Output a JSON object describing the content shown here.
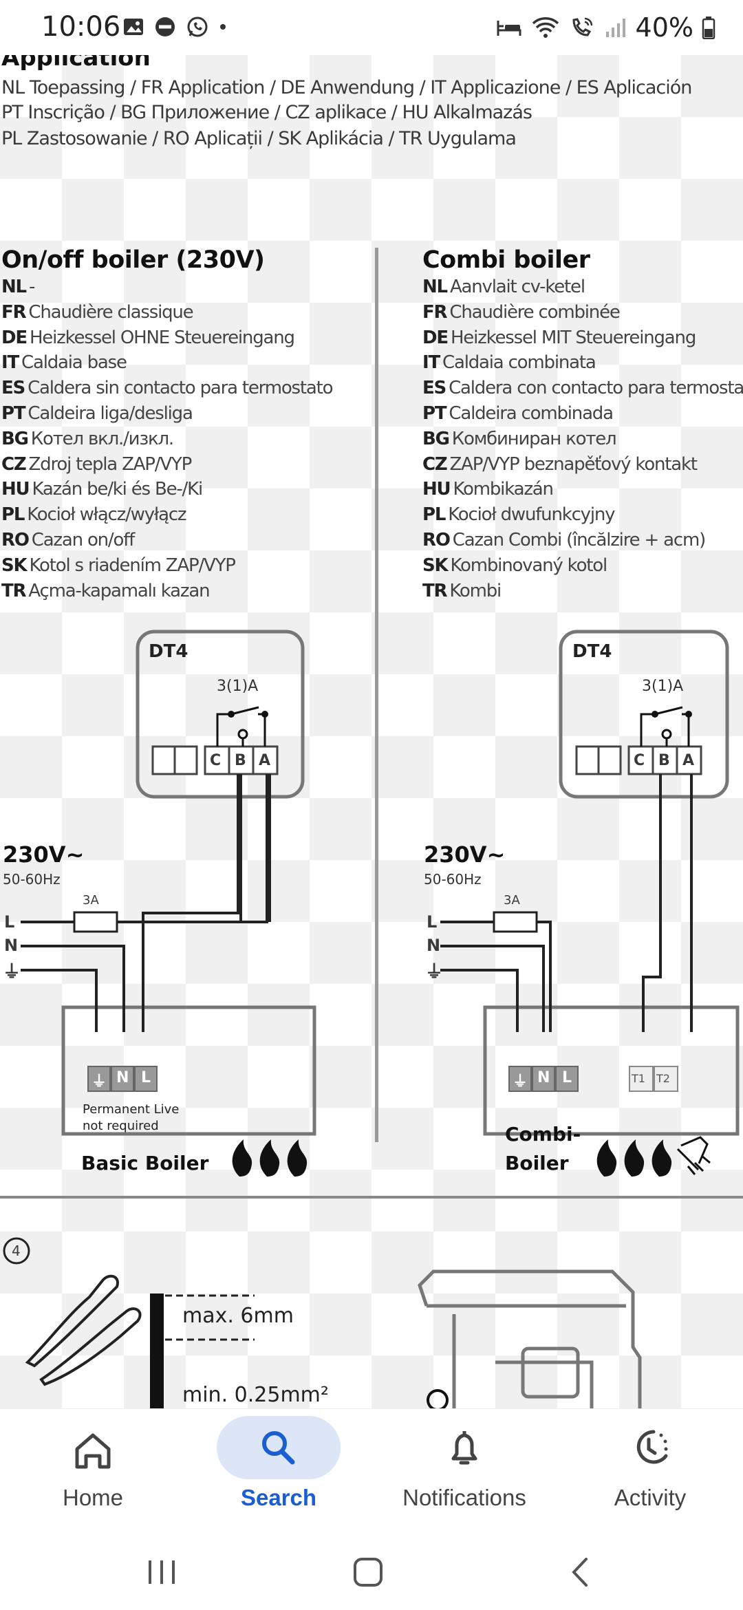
{
  "status_bar": {
    "time": "10:06",
    "battery": "40%"
  },
  "document": {
    "application_title": "Application",
    "application_translations": [
      "NL Toepassing / FR Application / DE Anwendung / IT Applicazione / ES Aplicación",
      "PT Inscrição / BG Приложение / CZ aplikace / HU Alkalmazás",
      "PL Zastosowanie / RO Aplicații / SK Aplikácia / TR Uygulama"
    ],
    "left": {
      "title": "On/off boiler (230V)",
      "translations": [
        {
          "code": "NL",
          "text": "-"
        },
        {
          "code": "FR",
          "text": "Chaudière classique"
        },
        {
          "code": "DE",
          "text": "Heizkessel OHNE Steuereingang"
        },
        {
          "code": "IT",
          "text": "Caldaia base"
        },
        {
          "code": "ES",
          "text": "Caldera sin contacto para termostato"
        },
        {
          "code": "PT",
          "text": "Caldeira liga/desliga"
        },
        {
          "code": "BG",
          "text": "Котел вкл./изкл."
        },
        {
          "code": "CZ",
          "text": "Zdroj tepla ZAP/VYP"
        },
        {
          "code": "HU",
          "text": "Kazán be/ki és Be-/Ki"
        },
        {
          "code": "PL",
          "text": "Kocioł włącz/wyłącz"
        },
        {
          "code": "RO",
          "text": "Cazan on/off"
        },
        {
          "code": "SK",
          "text": "Kotol s riadením ZAP/VYP"
        },
        {
          "code": "TR",
          "text": "Açma-kapamalı kazan"
        }
      ],
      "device": "DT4",
      "rating": "3(1)A",
      "terminals": [
        "C",
        "B",
        "A"
      ],
      "supply": "230V~",
      "frequency": "50-60Hz",
      "fuse": "3A",
      "lines": [
        "L",
        "N",
        "⏚"
      ],
      "boiler_terminals": [
        "⏚",
        "N",
        "L"
      ],
      "note_line1": "Permanent Live",
      "note_line2": "not required",
      "boiler_name": "Basic Boiler"
    },
    "right": {
      "title": "Combi boiler",
      "translations": [
        {
          "code": "NL",
          "text": "Aanvlait cv-ketel"
        },
        {
          "code": "FR",
          "text": "Chaudière combinée"
        },
        {
          "code": "DE",
          "text": "Heizkessel MIT Steuereingang"
        },
        {
          "code": "IT",
          "text": "Caldaia combinata"
        },
        {
          "code": "ES",
          "text": "Caldera con contacto para termostato"
        },
        {
          "code": "PT",
          "text": "Caldeira combinada"
        },
        {
          "code": "BG",
          "text": "Комбиниран котел"
        },
        {
          "code": "CZ",
          "text": "ZAP/VYP beznapěťový kontakt"
        },
        {
          "code": "HU",
          "text": "Kombikazán"
        },
        {
          "code": "PL",
          "text": "Kocioł dwufunkcyjny"
        },
        {
          "code": "RO",
          "text": "Cazan Combi (încălzire + acm)"
        },
        {
          "code": "SK",
          "text": "Kombinovaný kotol"
        },
        {
          "code": "TR",
          "text": "Kombi"
        }
      ],
      "device": "DT4",
      "rating": "3(1)A",
      "terminals": [
        "C",
        "B",
        "A"
      ],
      "supply": "230V~",
      "frequency": "50-60Hz",
      "fuse": "3A",
      "lines": [
        "L",
        "N",
        "⏚"
      ],
      "boiler_terminals": [
        "⏚",
        "N",
        "L"
      ],
      "control_terminals": [
        "T1",
        "T2"
      ],
      "boiler_name_line1": "Combi-",
      "boiler_name_line2": "Boiler"
    },
    "step4": {
      "number": "4",
      "strip_length": "max. 6mm",
      "wire_size": "min. 0.25mm²"
    }
  },
  "bottom_nav": {
    "items": [
      {
        "label": "Home",
        "icon": "home-icon",
        "active": false
      },
      {
        "label": "Search",
        "icon": "search-icon",
        "active": true
      },
      {
        "label": "Notifications",
        "icon": "bell-icon",
        "active": false
      },
      {
        "label": "Activity",
        "icon": "activity-icon",
        "active": false
      }
    ]
  },
  "colors": {
    "accent": "#1a5fd1",
    "active_pill": "#dde6f7"
  }
}
